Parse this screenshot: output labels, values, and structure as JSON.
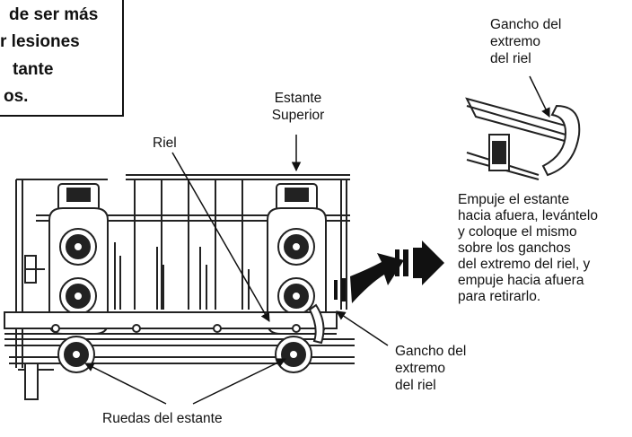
{
  "warning": {
    "lines": [
      "de ser más",
      "r lesiones",
      "tante",
      "os."
    ]
  },
  "labels": {
    "estante_superior_1": "Estante",
    "estante_superior_2": "Superior",
    "riel": "Riel",
    "gancho_top_1": "Gancho del",
    "gancho_top_2": "extremo",
    "gancho_top_3": "del riel",
    "gancho_bottom_1": "Gancho del",
    "gancho_bottom_2": "extremo",
    "gancho_bottom_3": "del riel",
    "ruedas": "Ruedas del estante"
  },
  "instructions": [
    "Empuje el estante",
    "hacia afuera, levántelo",
    "y coloque el mismo",
    "sobre los ganchos",
    "del extremo del riel, y",
    "empuje hacia afuera",
    "para retirarlo."
  ]
}
